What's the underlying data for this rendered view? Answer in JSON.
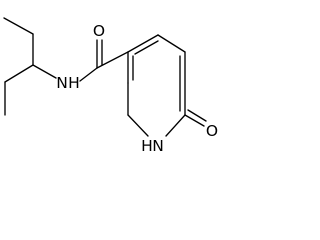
{
  "molecule": {
    "atom_labels": {
      "amide_nitrogen": "N",
      "amide_hydrogen": "H",
      "carbonyl_oxygen": "O",
      "ring_nitrogen": "N",
      "ring_hydrogen": "H",
      "ring_oxygen": "O"
    }
  }
}
